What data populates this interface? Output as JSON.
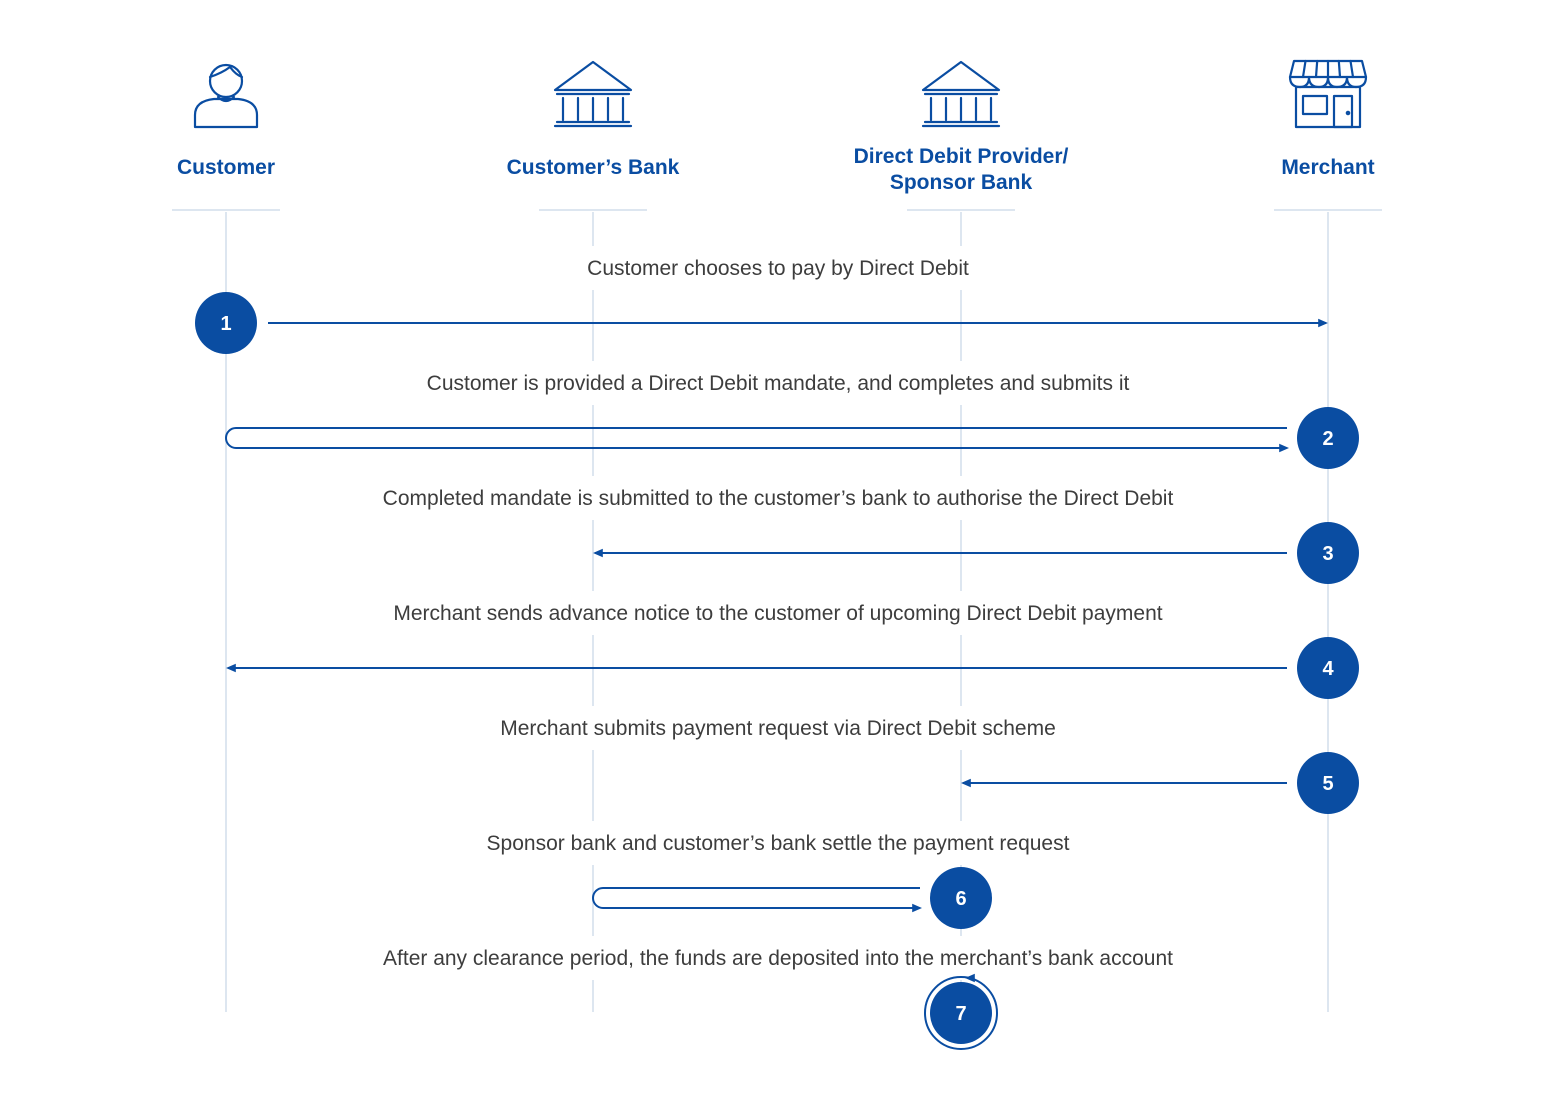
{
  "actors": [
    {
      "id": "customer",
      "label_lines": [
        "Customer"
      ],
      "icon": "person-icon"
    },
    {
      "id": "customers-bank",
      "label_lines": [
        "Customer’s Bank"
      ],
      "icon": "bank-icon"
    },
    {
      "id": "provider",
      "label_lines": [
        "Direct Debit Provider/",
        "Sponsor Bank"
      ],
      "icon": "bank-icon"
    },
    {
      "id": "merchant",
      "label_lines": [
        "Merchant"
      ],
      "icon": "storefront-icon"
    }
  ],
  "steps": [
    {
      "number": "1",
      "text": "Customer chooses to pay by Direct Debit",
      "from": "customer",
      "to": "merchant",
      "kind": "arrow"
    },
    {
      "number": "2",
      "text": "Customer is provided a Direct Debit mandate, and completes and submits it",
      "from": "merchant",
      "to": "customer",
      "kind": "round-trip"
    },
    {
      "number": "3",
      "text": "Completed mandate is submitted to the customer’s bank to authorise the Direct Debit",
      "from": "merchant",
      "to": "customers-bank",
      "kind": "arrow"
    },
    {
      "number": "4",
      "text": "Merchant sends advance notice to the customer of upcoming Direct Debit payment",
      "from": "merchant",
      "to": "customer",
      "kind": "arrow"
    },
    {
      "number": "5",
      "text": "Merchant submits payment request via Direct Debit scheme",
      "from": "merchant",
      "to": "provider",
      "kind": "arrow"
    },
    {
      "number": "6",
      "text": "Sponsor bank and customer’s bank settle the payment request",
      "from": "provider",
      "to": "customers-bank",
      "kind": "round-trip"
    },
    {
      "number": "7",
      "text": "After any clearance period, the funds are deposited into the merchant’s bank account",
      "from": "provider",
      "to": "provider",
      "kind": "self"
    }
  ],
  "colors": {
    "accent": "#0a4da2",
    "text": "#3d3d3d",
    "lifeline": "#dde6f0",
    "background": "#ffffff"
  }
}
